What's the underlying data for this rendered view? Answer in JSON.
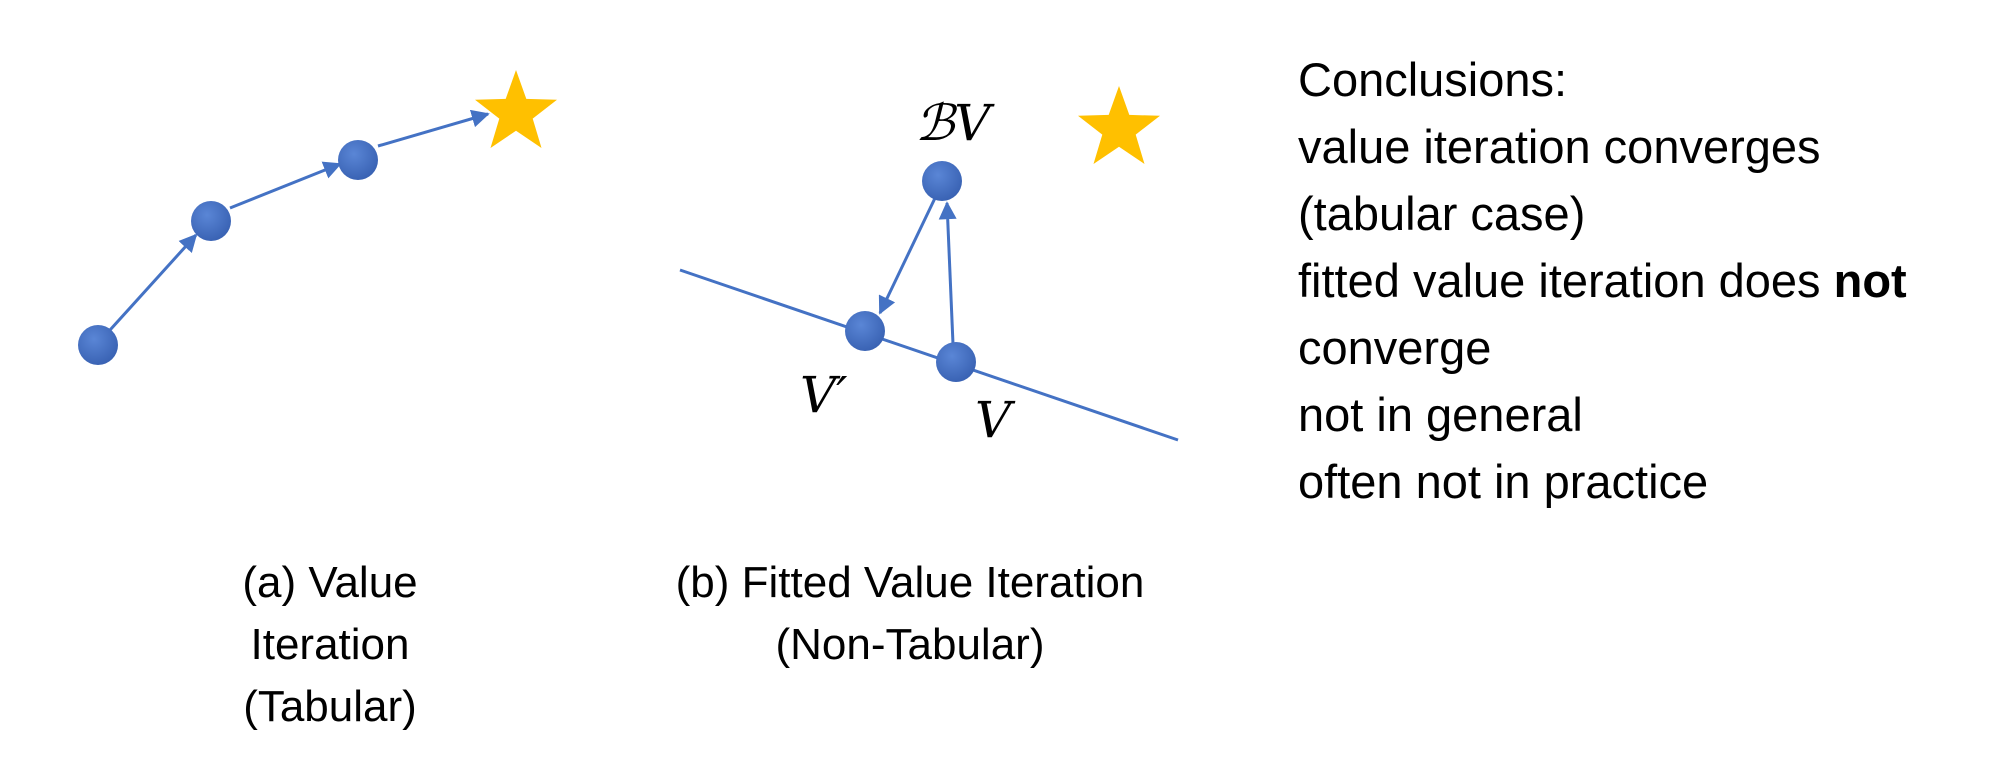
{
  "panel_a": {
    "caption_lines": [
      "(a) Value",
      "Iteration",
      "(Tabular)"
    ]
  },
  "panel_b": {
    "caption_lines": [
      "(b) Fitted Value Iteration",
      "(Non-Tabular)"
    ],
    "labels": {
      "bv": "ℬV",
      "v_prime": "V′",
      "v": "V"
    }
  },
  "conclusions": {
    "heading": "Conclusions:",
    "lines": [
      "value iteration converges",
      "(tabular case)",
      "fitted value iteration does",
      "converge",
      "not in general",
      "often not in practice"
    ],
    "emphasis": "not"
  },
  "colors": {
    "node": "#4472c4",
    "arrow": "#4472c4",
    "star": "#ffc000"
  }
}
